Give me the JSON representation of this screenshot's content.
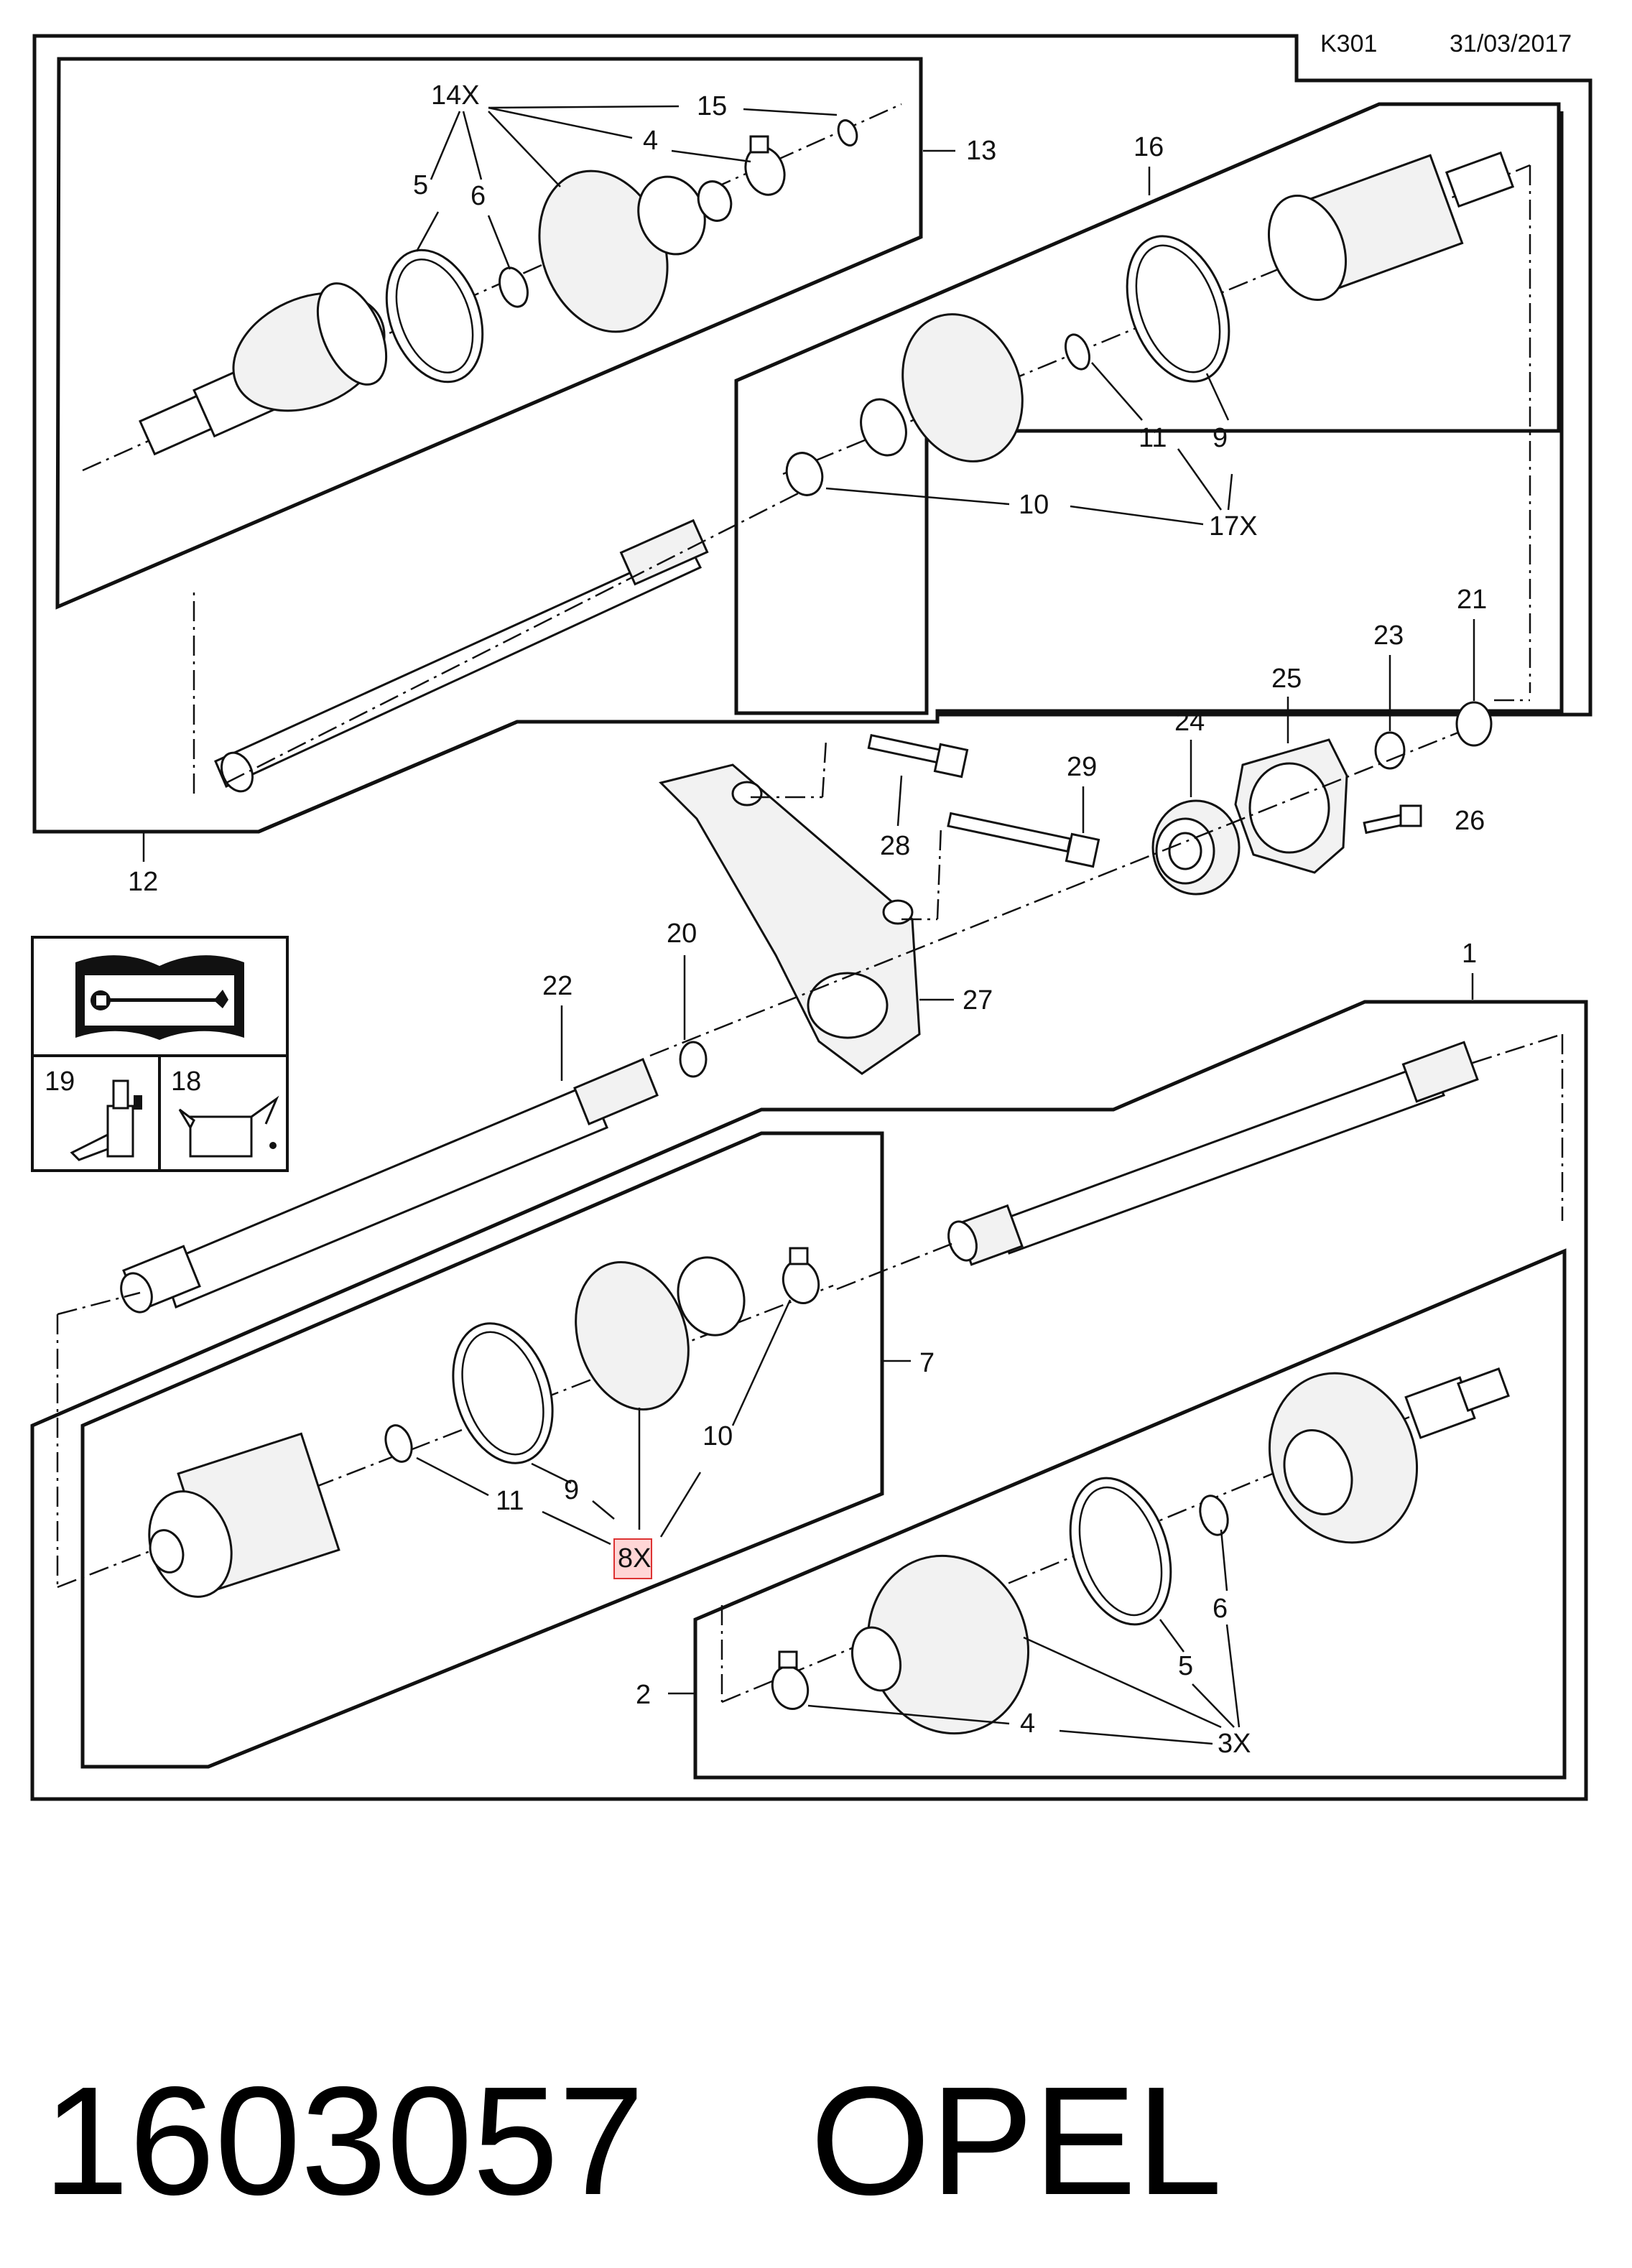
{
  "header": {
    "code": "K301",
    "date": "31/03/2017"
  },
  "callouts": {
    "c1": "1",
    "c2": "2",
    "c3x": "3X",
    "c4a": "4",
    "c4b": "4",
    "c5a": "5",
    "c5b": "5",
    "c6a": "6",
    "c6b": "6",
    "c7": "7",
    "c8x": "8X",
    "c9a": "9",
    "c9b": "9",
    "c10a": "10",
    "c10b": "10",
    "c11a": "11",
    "c11b": "11",
    "c12": "12",
    "c13": "13",
    "c14x": "14X",
    "c15": "15",
    "c16": "16",
    "c17x": "17X",
    "c18": "18",
    "c19": "19",
    "c20": "20",
    "c21": "21",
    "c22": "22",
    "c23": "23",
    "c24": "24",
    "c25": "25",
    "c26": "26",
    "c27": "27",
    "c28": "28",
    "c29": "29"
  },
  "footer": {
    "part_number": "1603057",
    "brand": "OPEL"
  },
  "icons": {
    "manual": "manual-wrench-icon",
    "grease": "grease-cartridge-icon",
    "oil": "oil-can-icon"
  },
  "colors": {
    "highlight": "#d33333"
  }
}
